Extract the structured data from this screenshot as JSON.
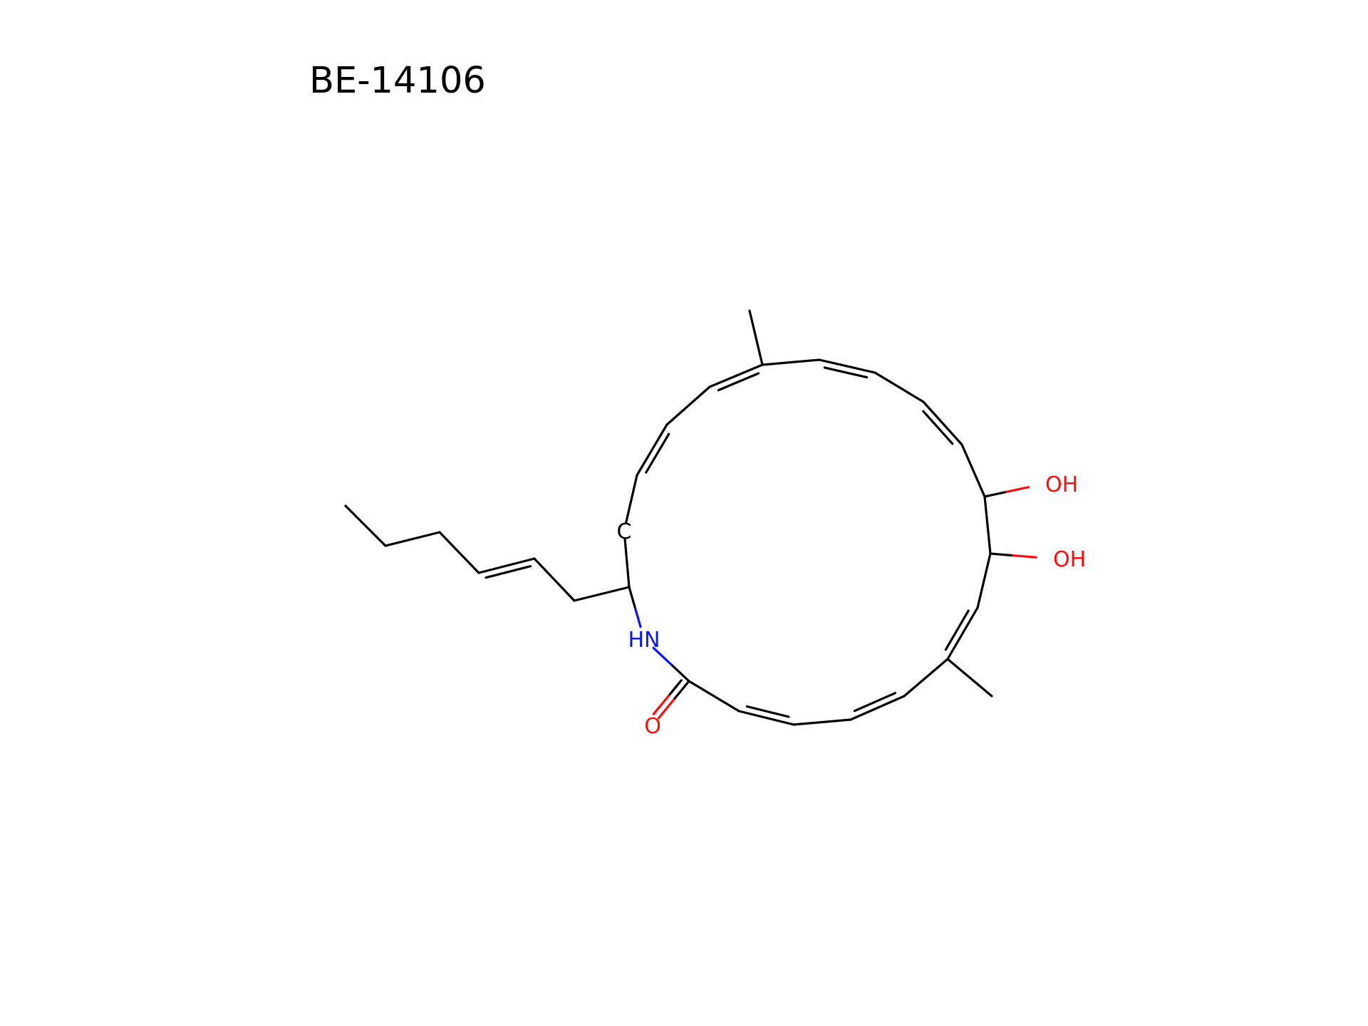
{
  "title": "BE-14106",
  "molecule": {
    "atoms": [
      {
        "id": "CH3_top",
        "element": "C"
      },
      {
        "id": "C_top",
        "element": "C"
      },
      {
        "id": "C_a",
        "element": "C"
      },
      {
        "id": "C_b",
        "element": "C"
      },
      {
        "id": "C_c",
        "element": "C"
      },
      {
        "id": "C_d",
        "element": "C"
      },
      {
        "id": "C_e",
        "element": "C"
      },
      {
        "id": "C_oh1",
        "element": "C"
      },
      {
        "id": "O_oh1",
        "element": "O",
        "label": "OH"
      },
      {
        "id": "C_oh2",
        "element": "C"
      },
      {
        "id": "O_oh2",
        "element": "O",
        "label": "OH"
      },
      {
        "id": "C_f",
        "element": "C"
      },
      {
        "id": "C_me2",
        "element": "C"
      },
      {
        "id": "CH3_bottom",
        "element": "C"
      },
      {
        "id": "C_g",
        "element": "C"
      },
      {
        "id": "C_h",
        "element": "C"
      },
      {
        "id": "C_i",
        "element": "C"
      },
      {
        "id": "C_j",
        "element": "C"
      },
      {
        "id": "C_carbonyl",
        "element": "C"
      },
      {
        "id": "O_carbonyl",
        "element": "O",
        "label": "O"
      },
      {
        "id": "N",
        "element": "N",
        "label": "HN"
      },
      {
        "id": "C_alpha",
        "element": "C"
      },
      {
        "id": "C_label",
        "element": "C",
        "label": "C"
      },
      {
        "id": "C_k",
        "element": "C"
      },
      {
        "id": "C_l",
        "element": "C"
      },
      {
        "id": "C_m",
        "element": "C"
      },
      {
        "id": "S1",
        "element": "C"
      },
      {
        "id": "S2",
        "element": "C"
      },
      {
        "id": "S3",
        "element": "C"
      },
      {
        "id": "S4",
        "element": "C"
      },
      {
        "id": "S5",
        "element": "C"
      },
      {
        "id": "S6",
        "element": "C"
      }
    ],
    "bonds": [
      {
        "a": "CH3_top",
        "b": "C_top",
        "order": 1
      },
      {
        "a": "C_top",
        "b": "C_a",
        "order": 1
      },
      {
        "a": "C_a",
        "b": "C_b",
        "order": 2
      },
      {
        "a": "C_b",
        "b": "C_c",
        "order": 1
      },
      {
        "a": "C_c",
        "b": "C_d",
        "order": 2
      },
      {
        "a": "C_d",
        "b": "C_e",
        "order": 1
      },
      {
        "a": "C_e",
        "b": "C_oh1",
        "order": 1
      },
      {
        "a": "C_oh1",
        "b": "O_oh1",
        "order": 1
      },
      {
        "a": "C_oh1",
        "b": "C_oh2",
        "order": 1
      },
      {
        "a": "C_oh2",
        "b": "O_oh2",
        "order": 1
      },
      {
        "a": "C_oh2",
        "b": "C_f",
        "order": 1
      },
      {
        "a": "C_f",
        "b": "C_me2",
        "order": 2
      },
      {
        "a": "C_me2",
        "b": "CH3_bottom",
        "order": 1
      },
      {
        "a": "C_me2",
        "b": "C_g",
        "order": 1
      },
      {
        "a": "C_g",
        "b": "C_h",
        "order": 2
      },
      {
        "a": "C_h",
        "b": "C_i",
        "order": 1
      },
      {
        "a": "C_i",
        "b": "C_j",
        "order": 2
      },
      {
        "a": "C_j",
        "b": "C_carbonyl",
        "order": 1
      },
      {
        "a": "C_carbonyl",
        "b": "O_carbonyl",
        "order": 2
      },
      {
        "a": "C_carbonyl",
        "b": "N",
        "order": 1
      },
      {
        "a": "N",
        "b": "C_alpha",
        "order": 1
      },
      {
        "a": "C_alpha",
        "b": "C_label",
        "order": 1
      },
      {
        "a": "C_label",
        "b": "C_k",
        "order": 1
      },
      {
        "a": "C_k",
        "b": "C_l",
        "order": 2
      },
      {
        "a": "C_l",
        "b": "C_m",
        "order": 1
      },
      {
        "a": "C_m",
        "b": "C_top",
        "order": 2
      },
      {
        "a": "C_alpha",
        "b": "S1",
        "order": 1
      },
      {
        "a": "S1",
        "b": "S2",
        "order": 1
      },
      {
        "a": "S2",
        "b": "S3",
        "order": 2
      },
      {
        "a": "S3",
        "b": "S4",
        "order": 1
      },
      {
        "a": "S4",
        "b": "S5",
        "order": 1
      },
      {
        "a": "S5",
        "b": "S6",
        "order": 1
      }
    ],
    "colors": {
      "carbon": "#000000",
      "oxygen": "#ff0d0d",
      "nitrogen": "#0a14ff"
    }
  }
}
